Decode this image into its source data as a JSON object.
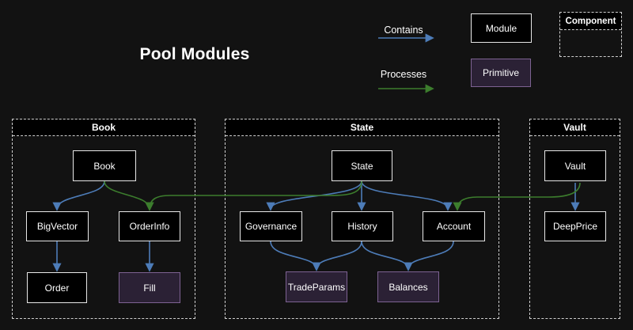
{
  "title": "Pool Modules",
  "legend": {
    "contains_label": "Contains",
    "processes_label": "Processes",
    "module_label": "Module",
    "primitive_label": "Primitive",
    "component_label": "Component"
  },
  "containers": {
    "book": {
      "label": "Book"
    },
    "state": {
      "label": "State"
    },
    "vault": {
      "label": "Vault"
    }
  },
  "nodes": {
    "book": {
      "label": "Book",
      "type": "module"
    },
    "bigvector": {
      "label": "BigVector",
      "type": "module"
    },
    "orderinfo": {
      "label": "OrderInfo",
      "type": "module"
    },
    "order": {
      "label": "Order",
      "type": "module"
    },
    "fill": {
      "label": "Fill",
      "type": "primitive"
    },
    "state": {
      "label": "State",
      "type": "module"
    },
    "governance": {
      "label": "Governance",
      "type": "module"
    },
    "history": {
      "label": "History",
      "type": "module"
    },
    "account": {
      "label": "Account",
      "type": "module"
    },
    "tradeparams": {
      "label": "TradeParams",
      "type": "primitive"
    },
    "balances": {
      "label": "Balances",
      "type": "primitive"
    },
    "vault": {
      "label": "Vault",
      "type": "module"
    },
    "deepprice": {
      "label": "DeepPrice",
      "type": "module"
    }
  },
  "edges": [
    {
      "from": "Book",
      "to": "BigVector",
      "type": "contains"
    },
    {
      "from": "Book",
      "to": "OrderInfo",
      "type": "processes"
    },
    {
      "from": "BigVector",
      "to": "Order",
      "type": "contains"
    },
    {
      "from": "OrderInfo",
      "to": "Fill",
      "type": "contains"
    },
    {
      "from": "State",
      "to": "Governance",
      "type": "contains"
    },
    {
      "from": "State",
      "to": "History",
      "type": "contains"
    },
    {
      "from": "State",
      "to": "Account",
      "type": "contains"
    },
    {
      "from": "State",
      "to": "OrderInfo",
      "type": "processes"
    },
    {
      "from": "Governance",
      "to": "TradeParams",
      "type": "contains"
    },
    {
      "from": "History",
      "to": "TradeParams",
      "type": "contains"
    },
    {
      "from": "History",
      "to": "Balances",
      "type": "contains"
    },
    {
      "from": "Account",
      "to": "Balances",
      "type": "contains"
    },
    {
      "from": "Vault",
      "to": "DeepPrice",
      "type": "contains"
    },
    {
      "from": "Vault",
      "to": "Account",
      "type": "processes"
    }
  ],
  "colors": {
    "background": "#121212",
    "box-fill": "#000000",
    "box-border": "#e8e8e8",
    "primitive-fill": "#2b2135",
    "primitive-border": "#7d6292",
    "contains-blue": "#4d7cb8",
    "processes-green": "#3c7d2d",
    "container-dash": "#cfcfcf",
    "text-color": "#ffffff"
  }
}
